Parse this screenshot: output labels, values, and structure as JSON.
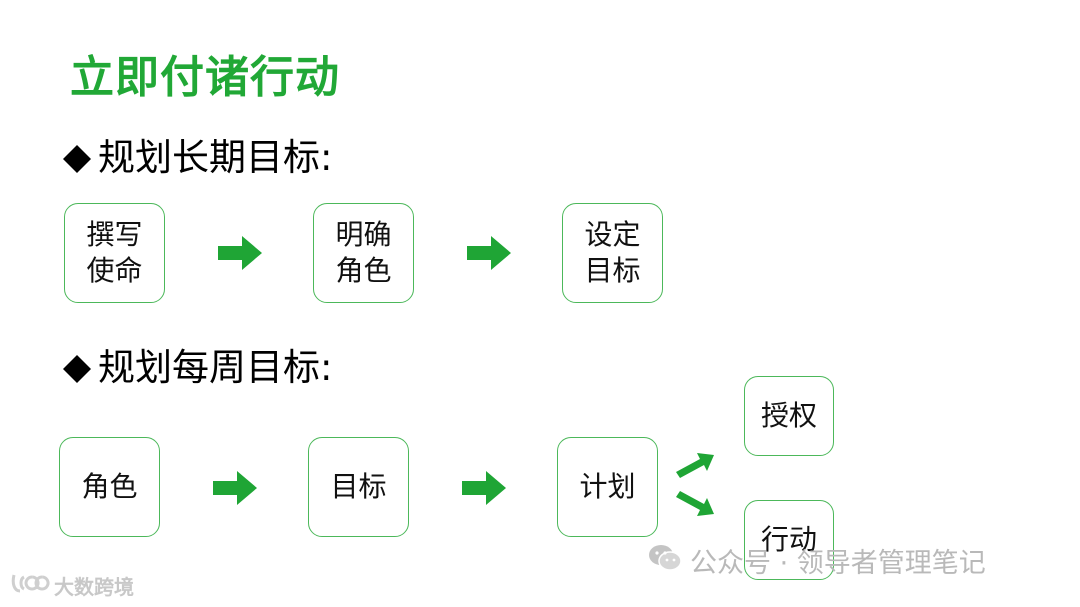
{
  "title": "立即付诸行动",
  "section1": {
    "heading": "规划长期目标:",
    "boxes": [
      "撰写使命",
      "明确角色",
      "设定目标"
    ]
  },
  "section2": {
    "heading": "规划每周目标:",
    "boxes": [
      "角色",
      "目标",
      "计划"
    ],
    "branches": [
      "授权",
      "行动"
    ]
  },
  "watermark": "公众号 · 领导者管理笔记",
  "brand": "大数跨境",
  "colors": {
    "accent": "#21a836",
    "border": "#4cb85a",
    "arrow": "#1fa535"
  },
  "icons": [
    "diamond-bullet-icon",
    "right-arrow-icon",
    "wechat-icon",
    "brand-logo-icon"
  ]
}
